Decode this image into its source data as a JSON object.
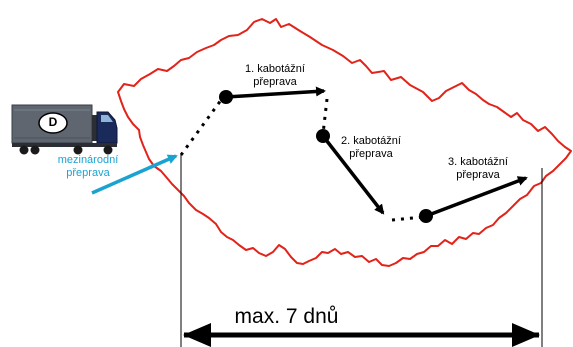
{
  "truck": {
    "badge": "D"
  },
  "labels": {
    "international": [
      "mezinárodní",
      "přeprava"
    ],
    "cabotage_1": [
      "1. kabotážní",
      "přeprava"
    ],
    "cabotage_2": [
      "2. kabotážní",
      "přeprava"
    ],
    "cabotage_3": [
      "3. kabotážní",
      "přeprava"
    ]
  },
  "duration": "max. 7 dnů",
  "colors": {
    "border": "#e2231a",
    "international_arrow": "#1aa3d1",
    "arrows": "#000000",
    "truck_trailer": "#5f6670",
    "truck_cab": "#1a2a5a"
  }
}
